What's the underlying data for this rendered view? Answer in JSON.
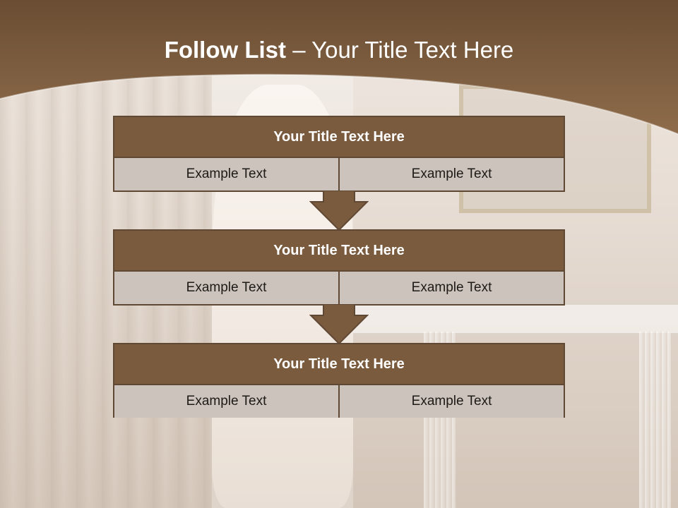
{
  "slide": {
    "title_bold": "Follow List",
    "title_rest": " – Your Title Text Here"
  },
  "colors": {
    "banner": "#7b5b3e",
    "block_title": "#7b5b3e",
    "block_border": "#5f4834",
    "cell_bg": "#cbc3bc"
  },
  "blocks": [
    {
      "title": "Your Title Text Here",
      "cells": [
        "Example Text",
        "Example Text"
      ]
    },
    {
      "title": "Your Title Text Here",
      "cells": [
        "Example Text",
        "Example Text"
      ]
    },
    {
      "title": "Your Title Text Here",
      "cells": [
        "Example Text",
        "Example Text"
      ]
    }
  ],
  "arrows": [
    {
      "icon": "down-arrow-icon"
    },
    {
      "icon": "down-arrow-icon"
    }
  ]
}
